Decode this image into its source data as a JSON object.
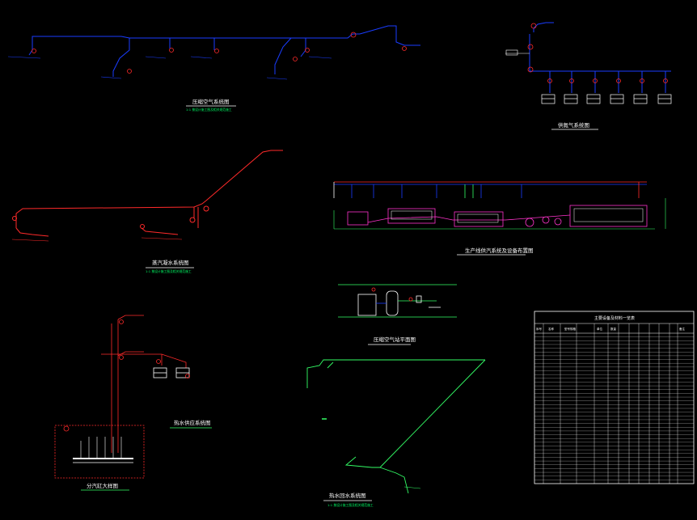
{
  "titles": {
    "top_left_system": "压缩空气系统图",
    "top_left_sub": "1:1 按设计施工图及相关规范施工",
    "top_right_system": "供氮气系统图",
    "mid_left_system": "蒸汽凝水系统图",
    "mid_left_sub": "1:1 按设计施工图及相关规范施工",
    "mid_right_system": "生产线供汽系统及设备布置图",
    "mid_center_system": "压缩空气站平面图",
    "bottom_left_system": "分汽缸大样图",
    "bottom_left_sub2": "热水供应系统图",
    "bottom_center_system": "热水回水系统图",
    "bottom_center_sub": "1:1 按设计施工图及相关规范施工"
  },
  "table": {
    "title": "主要设备及材料一览表",
    "header_cells": [
      "序号",
      "名称",
      "型号规格",
      "单位",
      "数量",
      "备注"
    ],
    "row_count": 40
  },
  "colors": {
    "background": "#000000",
    "blue_pipe": "#1a3dff",
    "red_pipe": "#ff2a2a",
    "green_pipe": "#33ff66",
    "magenta": "#ff33cc",
    "white": "#ffffff",
    "cyan": "#00ffff",
    "yellow": "#ffff00"
  }
}
